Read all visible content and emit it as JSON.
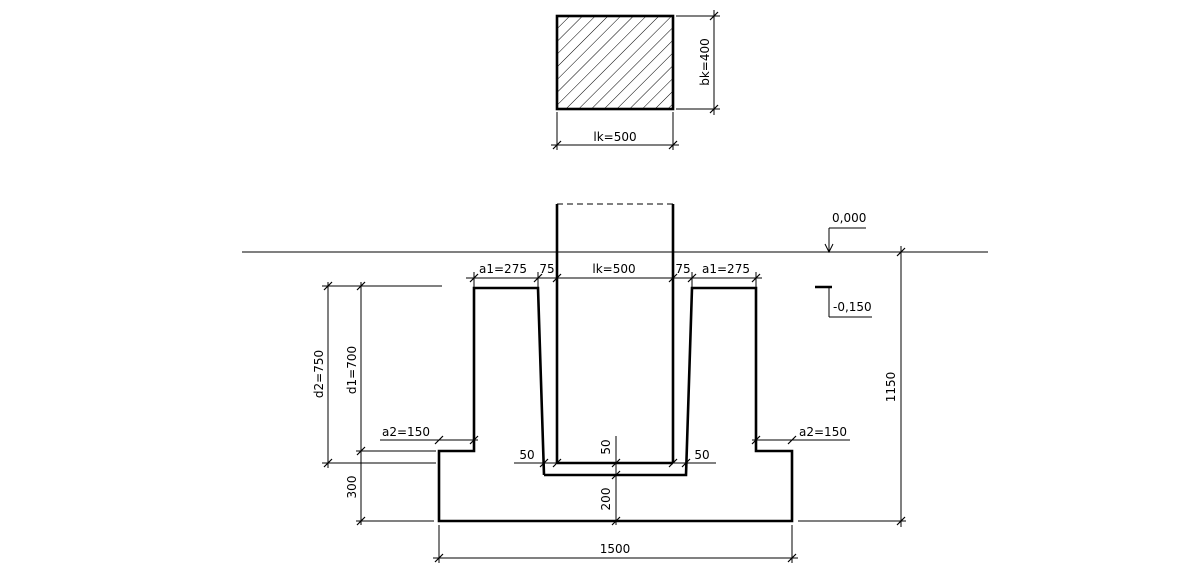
{
  "plan": {
    "width_label": "lk=500",
    "height_label": "bk=400"
  },
  "section": {
    "level_zero": "0,000",
    "level_bottom_cup": "-0,150",
    "top_left_a1": "a1=275",
    "top_left_gap": "75",
    "top_column": "lk=500",
    "top_right_gap": "75",
    "top_right_a1": "a1=275",
    "d2": "d2=750",
    "d1": "d1=700",
    "left_a2": "a2=150",
    "right_a2": "a2=150",
    "left_gap_bottom": "50",
    "right_gap_bottom": "50",
    "center_gap_bottom": "50",
    "center_bottom": "200",
    "height_300": "300",
    "total_height": "1150",
    "total_width": "1500"
  }
}
